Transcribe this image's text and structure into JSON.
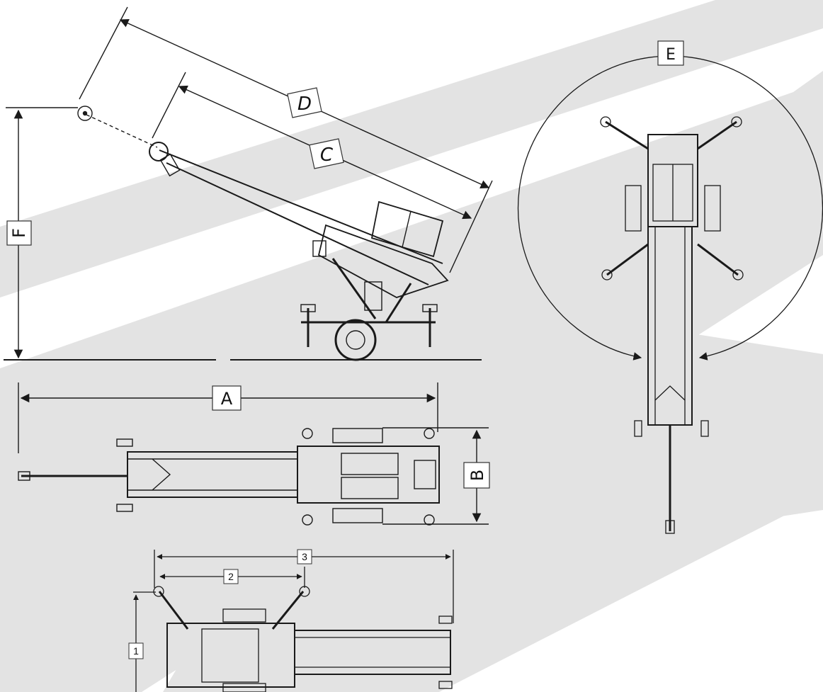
{
  "diagram": {
    "colors": {
      "background_band": "#e3e3e3",
      "line": "#1a1a1a",
      "label_box_fill": "#ffffff",
      "label_box_stroke": "#333333"
    },
    "dimension_labels": {
      "a": "A",
      "b": "B",
      "c": "C",
      "d": "D",
      "e": "E",
      "f": "F",
      "n1": "1",
      "n2": "2",
      "n3": "3"
    },
    "views": {
      "side_view": "side elevation, conveyor raised",
      "top_view_transport": "plan view, transport position",
      "top_view_working": "plan view, working position with outriggers",
      "top_view_rotation": "plan view, rotation circle"
    }
  }
}
